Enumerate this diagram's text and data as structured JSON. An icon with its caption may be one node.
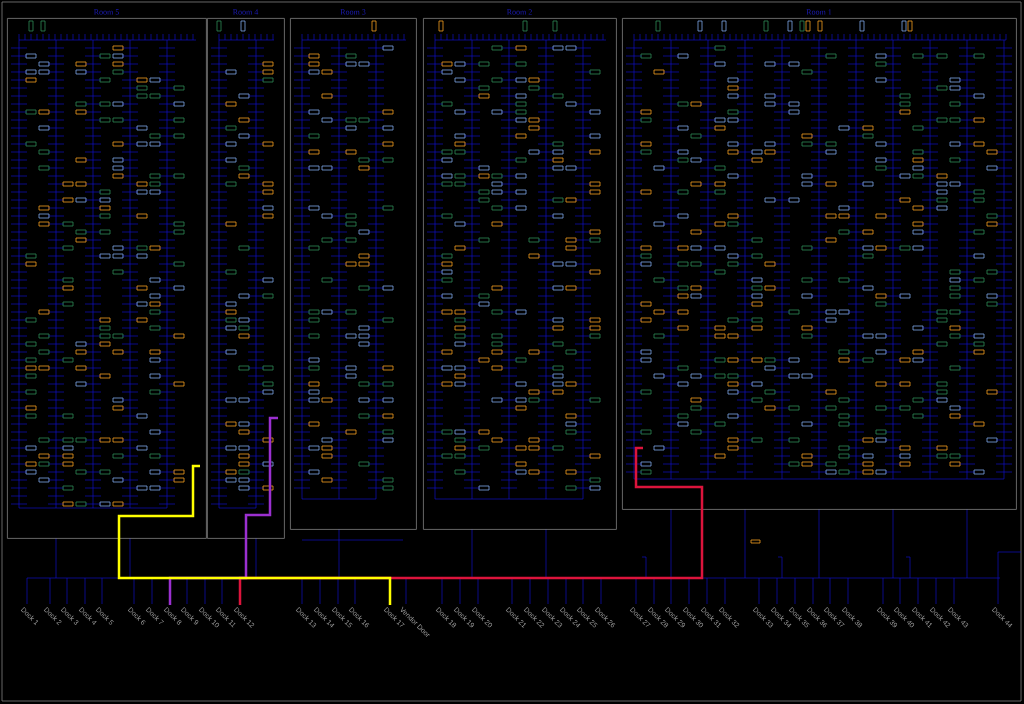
{
  "diagram": {
    "nodes": [
      {
        "text": [
          "Room 5"
        ]
      },
      {
        "text": [
          "Room 4"
        ]
      },
      {
        "text": [
          "Room 3"
        ]
      },
      {
        "text": [
          "Room 2"
        ]
      },
      {
        "text": [
          "Room 1"
        ]
      },
      {
        "text": [
          "Dock 1"
        ]
      },
      {
        "text": [
          "Dock 2"
        ]
      },
      {
        "text": [
          "Dock 3"
        ]
      },
      {
        "text": [
          "Dock 4"
        ]
      },
      {
        "text": [
          "Dock 5"
        ]
      },
      {
        "text": [
          "Dock 6"
        ]
      },
      {
        "text": [
          "Dock 7"
        ]
      },
      {
        "text": [
          "Dock 8"
        ]
      },
      {
        "text": [
          "Dock 9"
        ]
      },
      {
        "text": [
          "Dock 10"
        ]
      },
      {
        "text": [
          "Dock 11"
        ]
      },
      {
        "text": [
          "Dock 12"
        ]
      },
      {
        "text": [
          "Dock 13"
        ]
      },
      {
        "text": [
          "Dock 14"
        ]
      },
      {
        "text": [
          "Dock 15"
        ]
      },
      {
        "text": [
          "Dock 16"
        ]
      },
      {
        "text": [
          "Dock 17"
        ]
      },
      {
        "text": [
          "Vendor Door"
        ]
      },
      {
        "text": [
          "Dock 18"
        ]
      },
      {
        "text": [
          "Dock 19"
        ]
      },
      {
        "text": [
          "Dock 20"
        ]
      },
      {
        "text": [
          "Dock 21"
        ]
      },
      {
        "text": [
          "Dock 22"
        ]
      },
      {
        "text": [
          "Dock 23"
        ]
      },
      {
        "text": [
          "Dock 24"
        ]
      },
      {
        "text": [
          "Dock 25"
        ]
      },
      {
        "text": [
          "Dock 26"
        ]
      },
      {
        "text": [
          "Dock 27"
        ]
      },
      {
        "text": [
          "Dock 28"
        ]
      },
      {
        "text": [
          "Dock 29"
        ]
      },
      {
        "text": [
          "Dock 30"
        ]
      },
      {
        "text": [
          "Dock 31"
        ]
      },
      {
        "text": [
          "Dock 32"
        ]
      },
      {
        "text": [
          "Dock 33"
        ]
      },
      {
        "text": [
          "Dock 34"
        ]
      },
      {
        "text": [
          "Dock 35"
        ]
      },
      {
        "text": [
          "Dock 36"
        ]
      },
      {
        "text": [
          "Dock 37"
        ]
      },
      {
        "text": [
          "Dock 38"
        ]
      },
      {
        "text": [
          "Dock 39"
        ]
      },
      {
        "text": [
          "Dock 40"
        ]
      },
      {
        "text": [
          "Dock 41"
        ]
      },
      {
        "text": [
          "Dock 42"
        ]
      },
      {
        "text": [
          "Dock 43"
        ]
      },
      {
        "text": [
          "Dock 44"
        ]
      }
    ],
    "edges": [
      {
        "from": 16,
        "to": 4,
        "arrow": "none",
        "color": "#dc143c"
      },
      {
        "from": 12,
        "to": 1,
        "arrow": "none",
        "color": "#9b30d0"
      },
      {
        "from": 21,
        "to": 0,
        "arrow": "none",
        "color": "#ffff00"
      }
    ]
  }
}
